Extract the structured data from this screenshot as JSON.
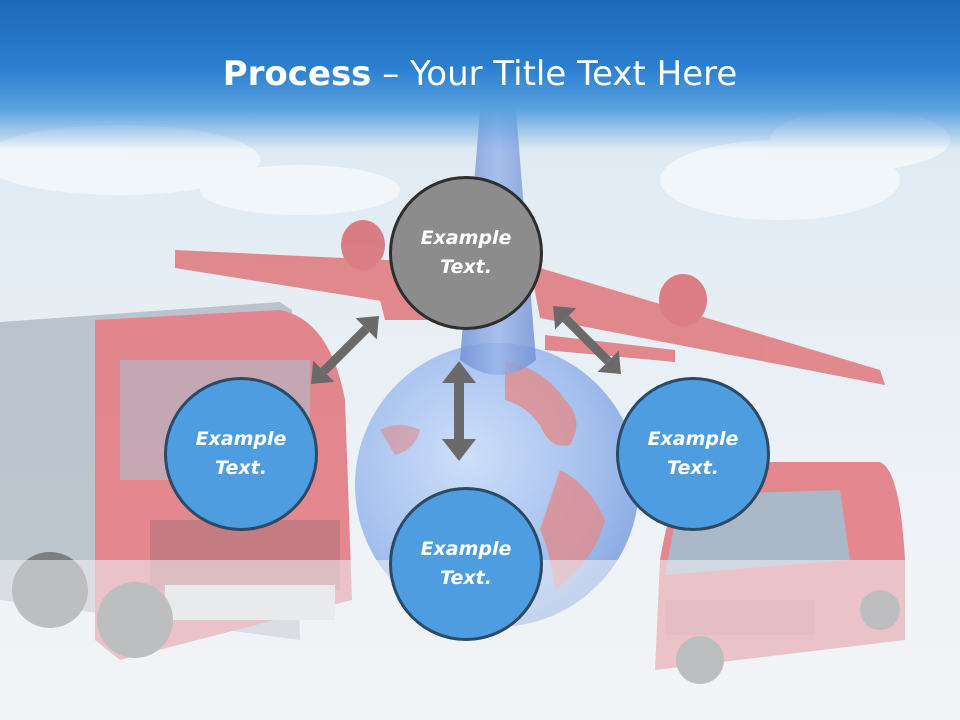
{
  "title": {
    "bold": "Process",
    "rest": " – Your Title Text Here"
  },
  "nodes": {
    "top": {
      "line1": "Example",
      "line2": "Text."
    },
    "left": {
      "line1": "Example",
      "line2": "Text."
    },
    "right": {
      "line1": "Example",
      "line2": "Text."
    },
    "bottom": {
      "line1": "Example",
      "line2": "Text."
    }
  },
  "colors": {
    "banner": "#1c69b6",
    "node_blue": "#4e9de0",
    "node_gray": "#8c8c8c",
    "arrow": "#6a6a6a"
  }
}
